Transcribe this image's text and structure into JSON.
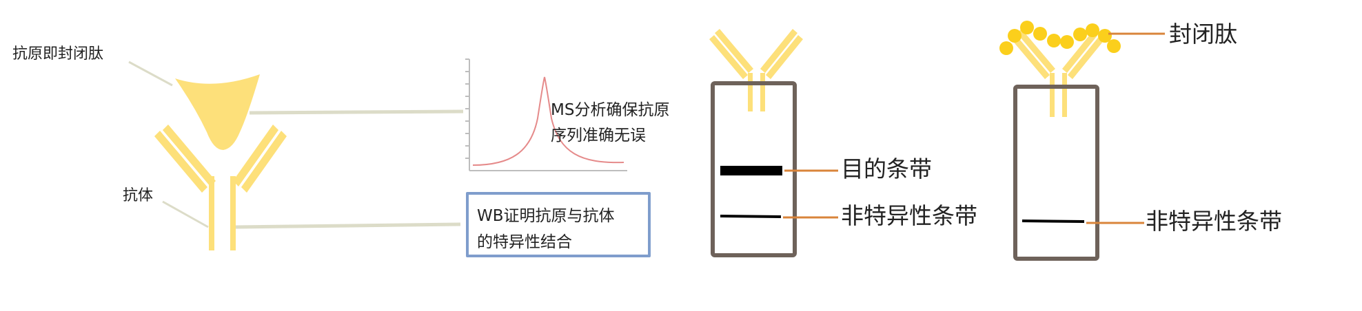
{
  "labels": {
    "antigen_peptide": "抗原即封闭肽",
    "antibody": "抗体",
    "ms_line1": "MS分析确保抗原",
    "ms_line2": "序列准确无误",
    "wb_line1": "WB证明抗原与抗体",
    "wb_line2": "的特异性结合",
    "target_band": "目的条带",
    "nonspecific_band_1": "非特异性条带",
    "blocking_peptide": "封闭肽",
    "nonspecific_band_2": "非特异性条带"
  },
  "colors": {
    "antibody_yellow": "#fde07a",
    "peptide_gold": "#fbcf1c",
    "leader_beige": "#dcdcc8",
    "ms_curve": "#e58a8a",
    "wb_border": "#7f9dcc",
    "membrane_border": "#6e625a",
    "band_leader_orange": "#d9843a",
    "band_black": "#000000"
  }
}
